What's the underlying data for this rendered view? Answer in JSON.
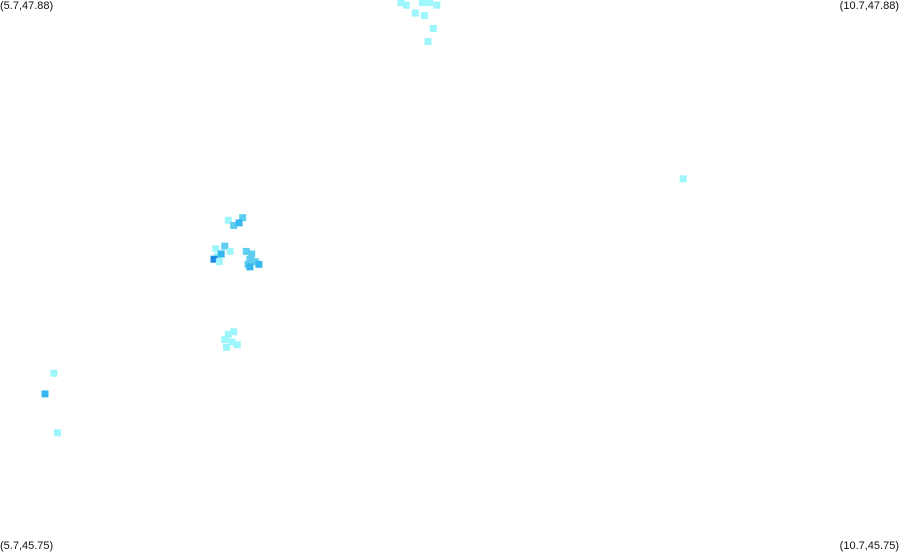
{
  "map": {
    "corners": {
      "top_left": "(5.7,47.88)",
      "top_right": "(10.7,47.88)",
      "bottom_left": "(5.7,45.75)",
      "bottom_right": "(10.7,45.75)"
    },
    "bounds": {
      "lon_min": 5.7,
      "lon_max": 10.7,
      "lat_min": 45.75,
      "lat_max": 47.88
    },
    "colors": {
      "light": "#9cf6fb",
      "medium": "#5fcdef",
      "strong": "#35b8ef",
      "dark": "#1e88e5"
    },
    "cells": [
      {
        "lon": 7.93,
        "lat": 47.87,
        "level": "light"
      },
      {
        "lon": 7.96,
        "lat": 47.86,
        "level": "light"
      },
      {
        "lon": 8.05,
        "lat": 47.87,
        "level": "light"
      },
      {
        "lon": 8.09,
        "lat": 47.87,
        "level": "light"
      },
      {
        "lon": 8.13,
        "lat": 47.86,
        "level": "light"
      },
      {
        "lon": 8.01,
        "lat": 47.83,
        "level": "light"
      },
      {
        "lon": 8.06,
        "lat": 47.82,
        "level": "light"
      },
      {
        "lon": 8.11,
        "lat": 47.77,
        "level": "light"
      },
      {
        "lon": 8.08,
        "lat": 47.72,
        "level": "light"
      },
      {
        "lon": 9.5,
        "lat": 47.19,
        "level": "light"
      },
      {
        "lon": 6.97,
        "lat": 47.03,
        "level": "light"
      },
      {
        "lon": 7.05,
        "lat": 47.04,
        "level": "medium"
      },
      {
        "lon": 7.0,
        "lat": 47.01,
        "level": "medium"
      },
      {
        "lon": 7.03,
        "lat": 47.02,
        "level": "strong"
      },
      {
        "lon": 6.9,
        "lat": 46.92,
        "level": "light"
      },
      {
        "lon": 6.95,
        "lat": 46.93,
        "level": "medium"
      },
      {
        "lon": 6.98,
        "lat": 46.91,
        "level": "light"
      },
      {
        "lon": 6.91,
        "lat": 46.89,
        "level": "light"
      },
      {
        "lon": 6.93,
        "lat": 46.9,
        "level": "strong"
      },
      {
        "lon": 6.89,
        "lat": 46.88,
        "level": "dark"
      },
      {
        "lon": 6.92,
        "lat": 46.87,
        "level": "light"
      },
      {
        "lon": 7.07,
        "lat": 46.91,
        "level": "medium"
      },
      {
        "lon": 7.1,
        "lat": 46.9,
        "level": "medium"
      },
      {
        "lon": 7.09,
        "lat": 46.88,
        "level": "medium"
      },
      {
        "lon": 7.12,
        "lat": 46.87,
        "level": "medium"
      },
      {
        "lon": 7.08,
        "lat": 46.86,
        "level": "medium"
      },
      {
        "lon": 7.14,
        "lat": 46.86,
        "level": "strong"
      },
      {
        "lon": 7.09,
        "lat": 46.85,
        "level": "strong"
      },
      {
        "lon": 6.97,
        "lat": 46.59,
        "level": "light"
      },
      {
        "lon": 7.0,
        "lat": 46.6,
        "level": "light"
      },
      {
        "lon": 6.95,
        "lat": 46.57,
        "level": "light"
      },
      {
        "lon": 6.99,
        "lat": 46.56,
        "level": "light"
      },
      {
        "lon": 7.02,
        "lat": 46.55,
        "level": "light"
      },
      {
        "lon": 6.96,
        "lat": 46.54,
        "level": "light"
      },
      {
        "lon": 6.0,
        "lat": 46.44,
        "level": "light"
      },
      {
        "lon": 5.95,
        "lat": 46.36,
        "level": "strong"
      },
      {
        "lon": 6.02,
        "lat": 46.21,
        "level": "light"
      }
    ]
  }
}
